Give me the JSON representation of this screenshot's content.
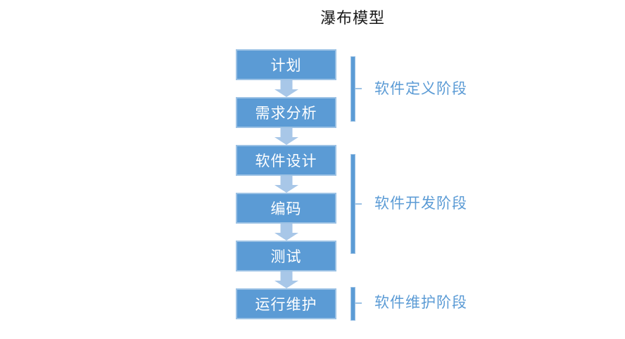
{
  "title": "瀑布模型",
  "colors": {
    "box_fill": "#5B9BD5",
    "box_border": "#9CC2E5",
    "box_text": "#FFFFFF",
    "arrow_fill": "#A8C7E8",
    "bracket_fill": "#5B9BD5",
    "bracket_border": "#9CC2E5",
    "phase_label_text": "#5B9BD5",
    "title_text": "#1A1A1A",
    "background": "#FFFFFF"
  },
  "diagram": {
    "type": "flowchart",
    "direction": "top-down",
    "steps": [
      {
        "label": "计划"
      },
      {
        "label": "需求分析"
      },
      {
        "label": "软件设计"
      },
      {
        "label": "编码"
      },
      {
        "label": "测试"
      },
      {
        "label": "运行维护"
      }
    ],
    "phases": [
      {
        "label": "软件定义阶段",
        "steps": [
          "计划",
          "需求分析"
        ]
      },
      {
        "label": "软件开发阶段",
        "steps": [
          "软件设计",
          "编码",
          "测试"
        ]
      },
      {
        "label": "软件维护阶段",
        "steps": [
          "运行维护"
        ]
      }
    ]
  }
}
